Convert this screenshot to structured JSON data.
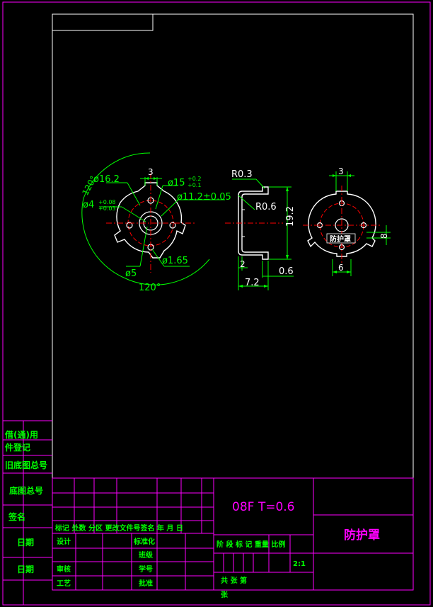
{
  "colors": {
    "frame": "#ff00ff",
    "outline": "#ffffff",
    "dimension": "#00ff00",
    "centerline": "#ff0000",
    "background": "#000000"
  },
  "dimensions": {
    "d16_2": "ø16.2",
    "d15": "ø15",
    "d15_tol_upper": "+0.2",
    "d15_tol_lower": "+0.1",
    "d4": "ø4",
    "d4_tol_upper": "+0.08",
    "d4_tol_lower": "+0.03",
    "d11_2": "ø11.2±0.05",
    "d5": "ø5",
    "d1_65": "ø1.65",
    "angle_120_top": "120°",
    "angle_120_bottom": "120°",
    "w3_left": "3",
    "r0_3": "R0.3",
    "r0_6": "R0.6",
    "h19_2": "19.2",
    "w2": "2",
    "w0_6": "0.6",
    "w7_2": "7.2",
    "w3_right": "3",
    "h8": "8",
    "w6": "6",
    "note_label": "防护罩"
  },
  "side_labels": {
    "jie_tong_yong": "借(通)用",
    "jian_deng_ji": "件登记",
    "jiu_di_tu_zong_hao": "旧底图总号",
    "di_tu_zong_hao": "底图总号",
    "qian_ming": "签名",
    "ri_qi_1": "日期",
    "ri_qi_2": "日期"
  },
  "title_block": {
    "material": "08F    T=0.6",
    "part_name": "防护罩",
    "rev_header": "标记 处数 分区 更改文件号签名 年 月 日",
    "design": "设计",
    "standardize": "标准化",
    "check": "班级",
    "review": "审核",
    "student_no": "学号",
    "process": "工艺",
    "approve": "批准",
    "stage_header": "阶 段 标 记 重量 比例",
    "scale": "2:1",
    "sheets": "共      张     第",
    "sheet_suffix": "张"
  }
}
